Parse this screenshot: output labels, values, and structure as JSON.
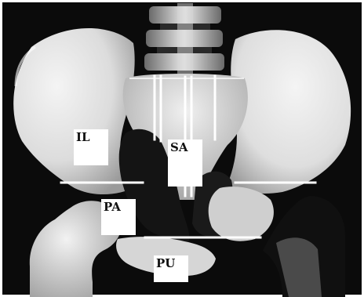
{
  "regions": {
    "il": "IL",
    "sa": "SA",
    "pa": "PA",
    "pu": "PU"
  },
  "colors": {
    "background": "#0b0b0b",
    "bone_light": "#ececec",
    "bone_mid": "#c8c8c8",
    "bone_shadow": "#8a8a8a",
    "marker": "#ffffff",
    "frame": "#ffffff"
  }
}
